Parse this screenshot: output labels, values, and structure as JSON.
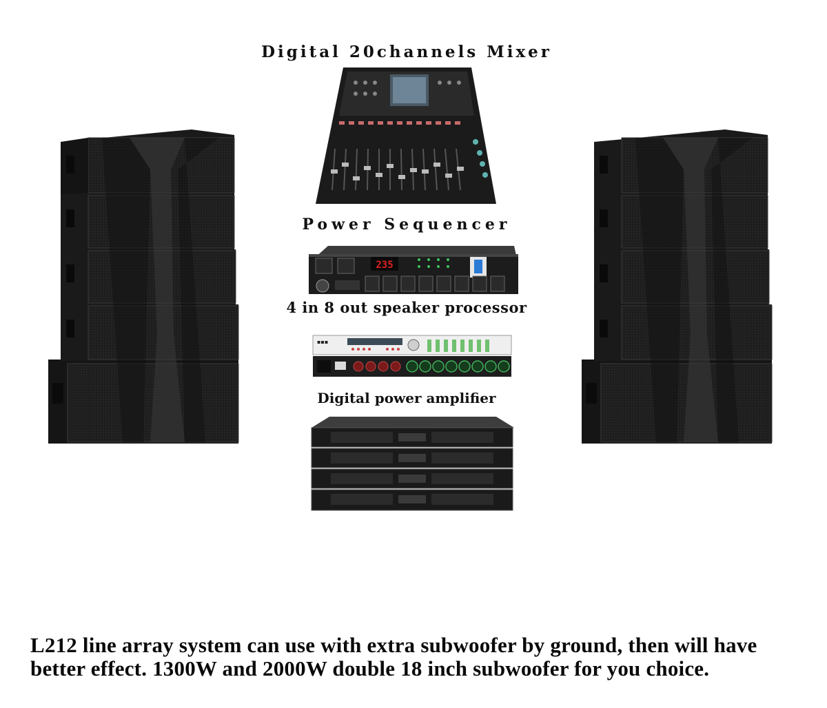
{
  "labels": {
    "mixer": "Digital 20channels Mixer",
    "sequencer": "Power Sequencer",
    "processor": "4 in 8 out speaker processor",
    "amplifier": "Digital power amplifier"
  },
  "devices": {
    "sequencer_display": "235"
  },
  "caption": "L212 line array system can use with extra subwoofer by ground, then will have better effect. 1300W and 2000W double 18 inch subwoofer for you choice.",
  "colors": {
    "cabinet": "#1c1c1c",
    "grille": "#2a2a2a",
    "display_red": "#e02020"
  }
}
